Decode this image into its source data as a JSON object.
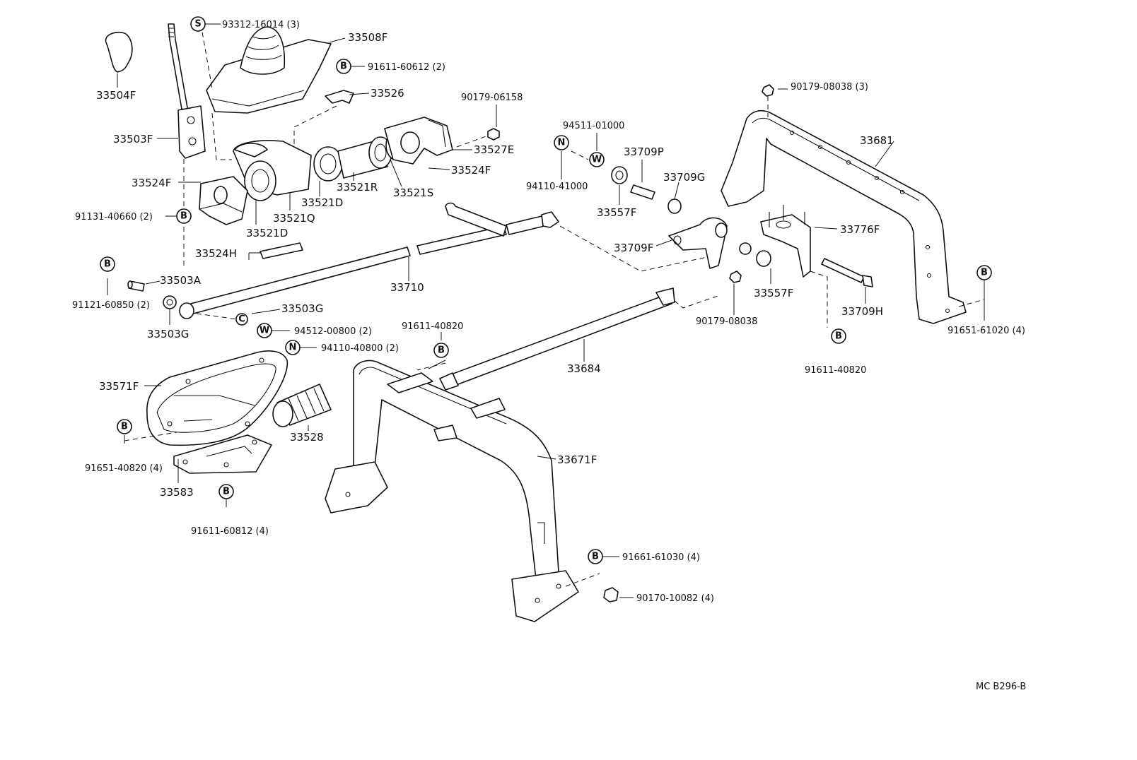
{
  "diagram_code": "MC B296-B",
  "labels": {
    "p33504F": "33504F",
    "p33503F": "33503F",
    "p33524F_left": "33524F",
    "p91131": "91131-40660 (2)",
    "p33521D_a": "33521D",
    "p33521Q": "33521Q",
    "p33521D_b": "33521D",
    "p33521R": "33521R",
    "p33521S": "33521S",
    "p33524F_right": "33524F",
    "p33527E": "33527E",
    "p90179_06158": "90179-06158",
    "p33526": "33526",
    "p91611_60612": "91611-60612 (2)",
    "p33508F": "33508F",
    "p93312": "93312-16014 (3)",
    "p33524H": "33524H",
    "p33503A": "33503A",
    "p91121": "91121-60850 (2)",
    "p33503G_left": "33503G",
    "p33503G_mid": "33503G",
    "p94512": "94512-00800 (2)",
    "p94110_40800": "94110-40800 (2)",
    "p33710": "33710",
    "p91611_40820_mid": "91611-40820",
    "p33571F": "33571F",
    "p91651_40820": "91651-40820 (4)",
    "p33583": "33583",
    "p91611_60812": "91611-60812 (4)",
    "p33528": "33528",
    "p33684": "33684",
    "p33671F": "33671F",
    "p91661": "91661-61030 (4)",
    "p90170": "90170-10082 (4)",
    "p94511": "94511-01000",
    "p94110_41000": "94110-41000",
    "p33557F_top": "33557F",
    "p33709P": "33709P",
    "p33709G": "33709G",
    "p33709F": "33709F",
    "p90179_08038_low": "90179-08038",
    "p33557F_mid": "33557F",
    "p33776F": "33776F",
    "p33709H": "33709H",
    "p91611_40820_right": "91611-40820",
    "p90179_08038_top": "90179-08038 (3)",
    "p33681": "33681",
    "p91651_61020": "91651-61020 (4)"
  },
  "symbols": {
    "bolt": "B",
    "washer": "W",
    "nut": "N",
    "screw": "S",
    "clip": "C"
  }
}
